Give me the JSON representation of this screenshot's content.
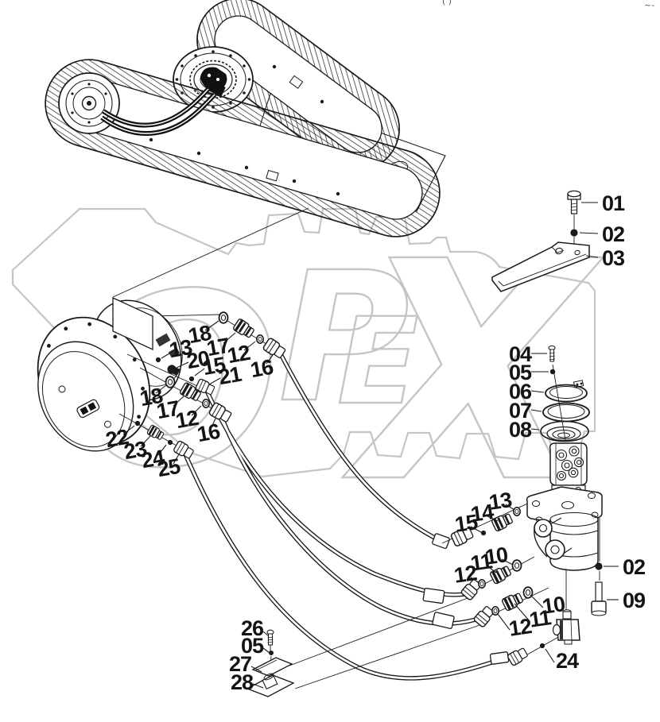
{
  "watermark": {
    "text": "OPEX",
    "letters": [
      "O",
      "P",
      "E",
      "X"
    ]
  },
  "colors": {
    "line": "#1a1a1a",
    "watermark": "#c5c5c5",
    "background": "#ffffff"
  },
  "stray_marks": {
    "top_center": "( )",
    "top_right": "~-"
  },
  "callouts": [
    "01",
    "02",
    "03",
    "04",
    "05",
    "06",
    "07",
    "08",
    "18",
    "13",
    "17",
    "20",
    "12",
    "15",
    "21",
    "16",
    "18",
    "17",
    "12",
    "16",
    "22",
    "23",
    "24",
    "25",
    "15",
    "14",
    "13",
    "12",
    "11",
    "10",
    "10",
    "11",
    "12",
    "02",
    "09",
    "24",
    "26",
    "05",
    "27",
    "28"
  ]
}
